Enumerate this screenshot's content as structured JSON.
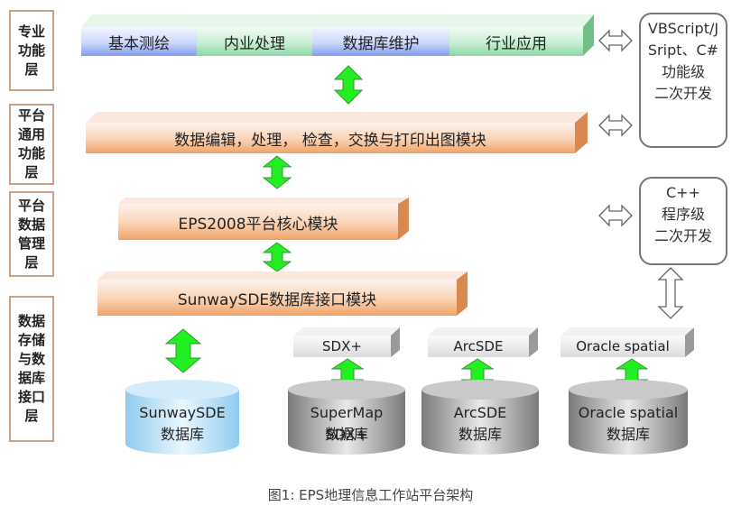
{
  "layers": [
    {
      "label": "专业功能层"
    },
    {
      "label": "平台通用功能层"
    },
    {
      "label": "平台数据管理层"
    },
    {
      "label": "数据存储与数据库接口层"
    }
  ],
  "professional_modules": [
    {
      "label": "基本测绘",
      "color": "#7f9cef"
    },
    {
      "label": "内业处理",
      "color": "#8bd7a4"
    },
    {
      "label": "数据库维护",
      "color": "#7f9cef"
    },
    {
      "label": "行业应用",
      "color": "#8bd7a4"
    }
  ],
  "platform_modules": {
    "common": "数据编辑，处理， 检查，交换与打印出图模块",
    "core": "EPS2008平台核心模块",
    "interface": "SunwaySDE数据库接口模块"
  },
  "dev_boxes": {
    "function_level": "VBScript/JSript、C#功能级二次开发",
    "function_level_lines": [
      "VBScript/J",
      "Sript、C#",
      "功能级",
      "二次开发"
    ],
    "program_level_lines": [
      "C++",
      "程序级",
      "二次开发"
    ]
  },
  "middleware": [
    {
      "label": "SDX+"
    },
    {
      "label": "ArcSDE"
    },
    {
      "label": "Oracle spatial"
    }
  ],
  "databases": [
    {
      "name": "SunwaySDE",
      "suffix": "数据库",
      "style": "blue"
    },
    {
      "name": "SuperMap SDX+",
      "suffix": "数据库",
      "style": "gray"
    },
    {
      "name": "ArcSDE",
      "suffix": "数据库",
      "style": "gray"
    },
    {
      "name": "Oracle spatial",
      "suffix": "数据库",
      "style": "gray"
    }
  ],
  "colors": {
    "arrow_green": "#22ee22",
    "orange_bar": "#f1a266",
    "label_border": "#c9a08a"
  },
  "caption": "图1: EPS地理信息工作站平台架构"
}
